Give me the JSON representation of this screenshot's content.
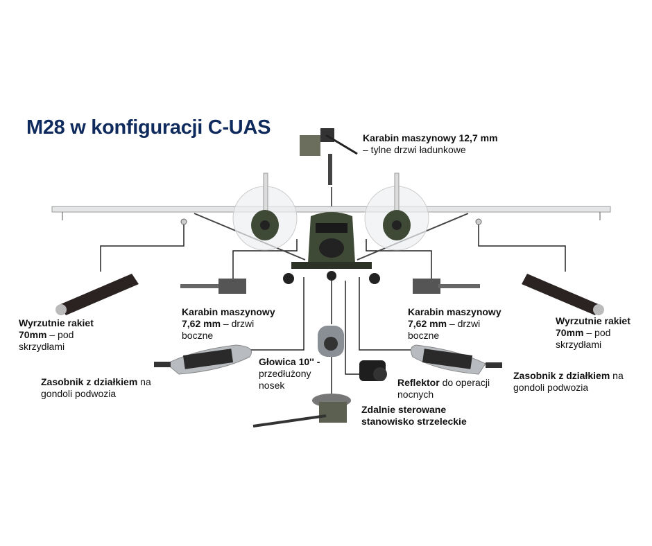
{
  "title": "M28 w konfiguracji C-UAS",
  "labels": {
    "rear_mg": {
      "bold": "Karabin maszynowy 12,7 mm",
      "rest": " – tylne drzwi ładunkowe"
    },
    "rockets_left": {
      "bold": "Wyrzutnie rakiet 70mm",
      "rest": " – pod skrzydłami"
    },
    "rockets_right": {
      "bold": "Wyrzutnie rakiet 70mm",
      "rest": " – pod skrzydłami"
    },
    "side_mg_left": {
      "bold": "Karabin maszynowy 7,62 mm",
      "rest": " – drzwi boczne"
    },
    "side_mg_right": {
      "bold": "Karabin maszynowy 7,62 mm",
      "rest": " – drzwi boczne"
    },
    "pod_left": {
      "bold": "Zasobnik z działkiem",
      "rest": " na gondoli podwozia"
    },
    "pod_right": {
      "bold": "Zasobnik z działkiem",
      "rest": " na gondoli podwozia"
    },
    "head": {
      "bold": "Głowica 10'' -",
      "rest": " przedłużony nosek"
    },
    "reflector": {
      "bold": "Reflektor",
      "rest": " do operacji nocnych"
    },
    "rws": {
      "bold": "Zdalnie sterowane stanowisko strzeleckie",
      "rest": ""
    }
  },
  "colors": {
    "title": "#0f2a5c",
    "airframe": "#3f4a36",
    "wing": "#e4e6e8"
  }
}
